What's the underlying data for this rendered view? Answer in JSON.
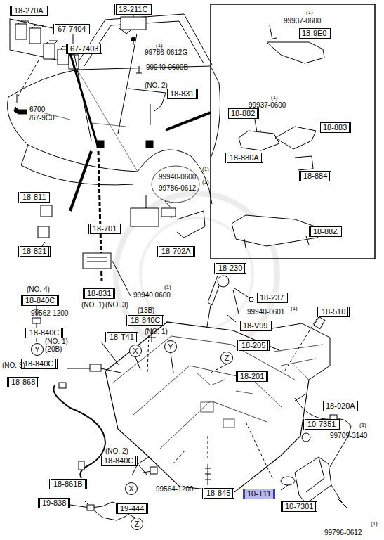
{
  "diagram": {
    "nodes": [
      {
        "text": [
          "18-270A"
        ]
      },
      {
        "text": [
          "18-211C"
        ]
      },
      {
        "text": [
          "18-9E0"
        ]
      },
      {
        "text": [
          "67-7404"
        ]
      },
      {
        "text": [
          "67-7403"
        ]
      },
      {
        "text": [
          "18-831"
        ]
      },
      {
        "text": [
          "18-882"
        ]
      },
      {
        "text": [
          "18-883"
        ]
      },
      {
        "text": [
          "18-880A"
        ]
      },
      {
        "text": [
          "18-884"
        ]
      },
      {
        "text": [
          "18-811"
        ]
      },
      {
        "text": [
          "18-701"
        ]
      },
      {
        "text": [
          "18-88Z"
        ]
      },
      {
        "text": [
          "18-821"
        ]
      },
      {
        "text": [
          "18-702A"
        ]
      },
      {
        "text": [
          "18-230"
        ]
      },
      {
        "text": [
          "18-831"
        ]
      },
      {
        "text": [
          "18-840C"
        ]
      },
      {
        "text": [
          "18-840C"
        ]
      },
      {
        "text": [
          "18-237"
        ]
      },
      {
        "text": [
          "18-V99"
        ]
      },
      {
        "text": [
          "18-510"
        ]
      },
      {
        "text": [
          "18-205"
        ]
      },
      {
        "text": [
          "18-840C"
        ]
      },
      {
        "text": [
          "18-T41"
        ]
      },
      {
        "text": [
          "Y"
        ]
      },
      {
        "text": [
          "X"
        ]
      },
      {
        "text": [
          "Y"
        ]
      },
      {
        "text": [
          "Z"
        ]
      },
      {
        "text": [
          "18-840C"
        ]
      },
      {
        "text": [
          "18-201"
        ]
      },
      {
        "text": [
          "18-868"
        ]
      },
      {
        "text": [
          "18-920A"
        ]
      },
      {
        "text": [
          "10-7351"
        ]
      },
      {
        "text": [
          "18-840C"
        ]
      },
      {
        "text": [
          "18-861B"
        ]
      },
      {
        "text": [
          "X"
        ]
      },
      {
        "text": [
          "18-845"
        ]
      },
      {
        "text": [
          "10-T11"
        ]
      },
      {
        "text": [
          "10-7301"
        ]
      },
      {
        "text": [
          "19-838"
        ]
      },
      {
        "text": [
          "19-444"
        ]
      },
      {
        "text": [
          "Z"
        ]
      }
    ],
    "labels": [
      "(1)",
      "99786-0612G",
      "99940-0600B",
      "(NO. 2)",
      "(1)",
      "99937-0600",
      "(1)",
      "99937-0600",
      "6700",
      "/67-9C0",
      "(1)",
      "99940-0600",
      "(1)",
      "99786-0612",
      "(1)",
      "99940 0600",
      "(13B)",
      "(NO. 1)",
      "(NO. 1)",
      "(NO. 3)",
      "(1)",
      "99940-0601",
      "(NO. 4)",
      "99562-1200",
      "(NO. 1)",
      "(20B)",
      "(NO. 3)",
      "(NO. 2)",
      "99564-1200",
      "(1)",
      "99709-3140",
      "(1)",
      "99796-0612"
    ]
  }
}
